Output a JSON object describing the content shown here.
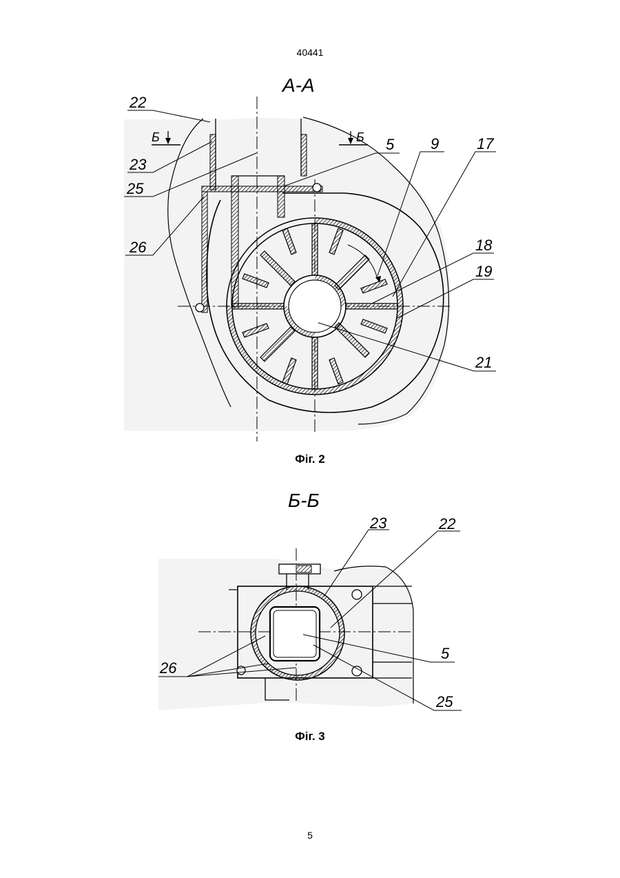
{
  "header": {
    "doc_number": "40441"
  },
  "figure2": {
    "section_label": "А-А",
    "cut_mark_left": "Б",
    "cut_mark_right": "Б",
    "caption": "Фіг. 2",
    "callouts": {
      "c22": "22",
      "c23": "23",
      "c25": "25",
      "c26": "26",
      "c5": "5",
      "c9": "9",
      "c17": "17",
      "c18": "18",
      "c19": "19",
      "c21": "21"
    }
  },
  "figure3": {
    "section_label": "Б-Б",
    "caption": "Фіг. 3",
    "callouts": {
      "c23": "23",
      "c22": "22",
      "c26": "26",
      "c5": "5",
      "c25": "25"
    }
  },
  "footer": {
    "page_number": "5"
  }
}
